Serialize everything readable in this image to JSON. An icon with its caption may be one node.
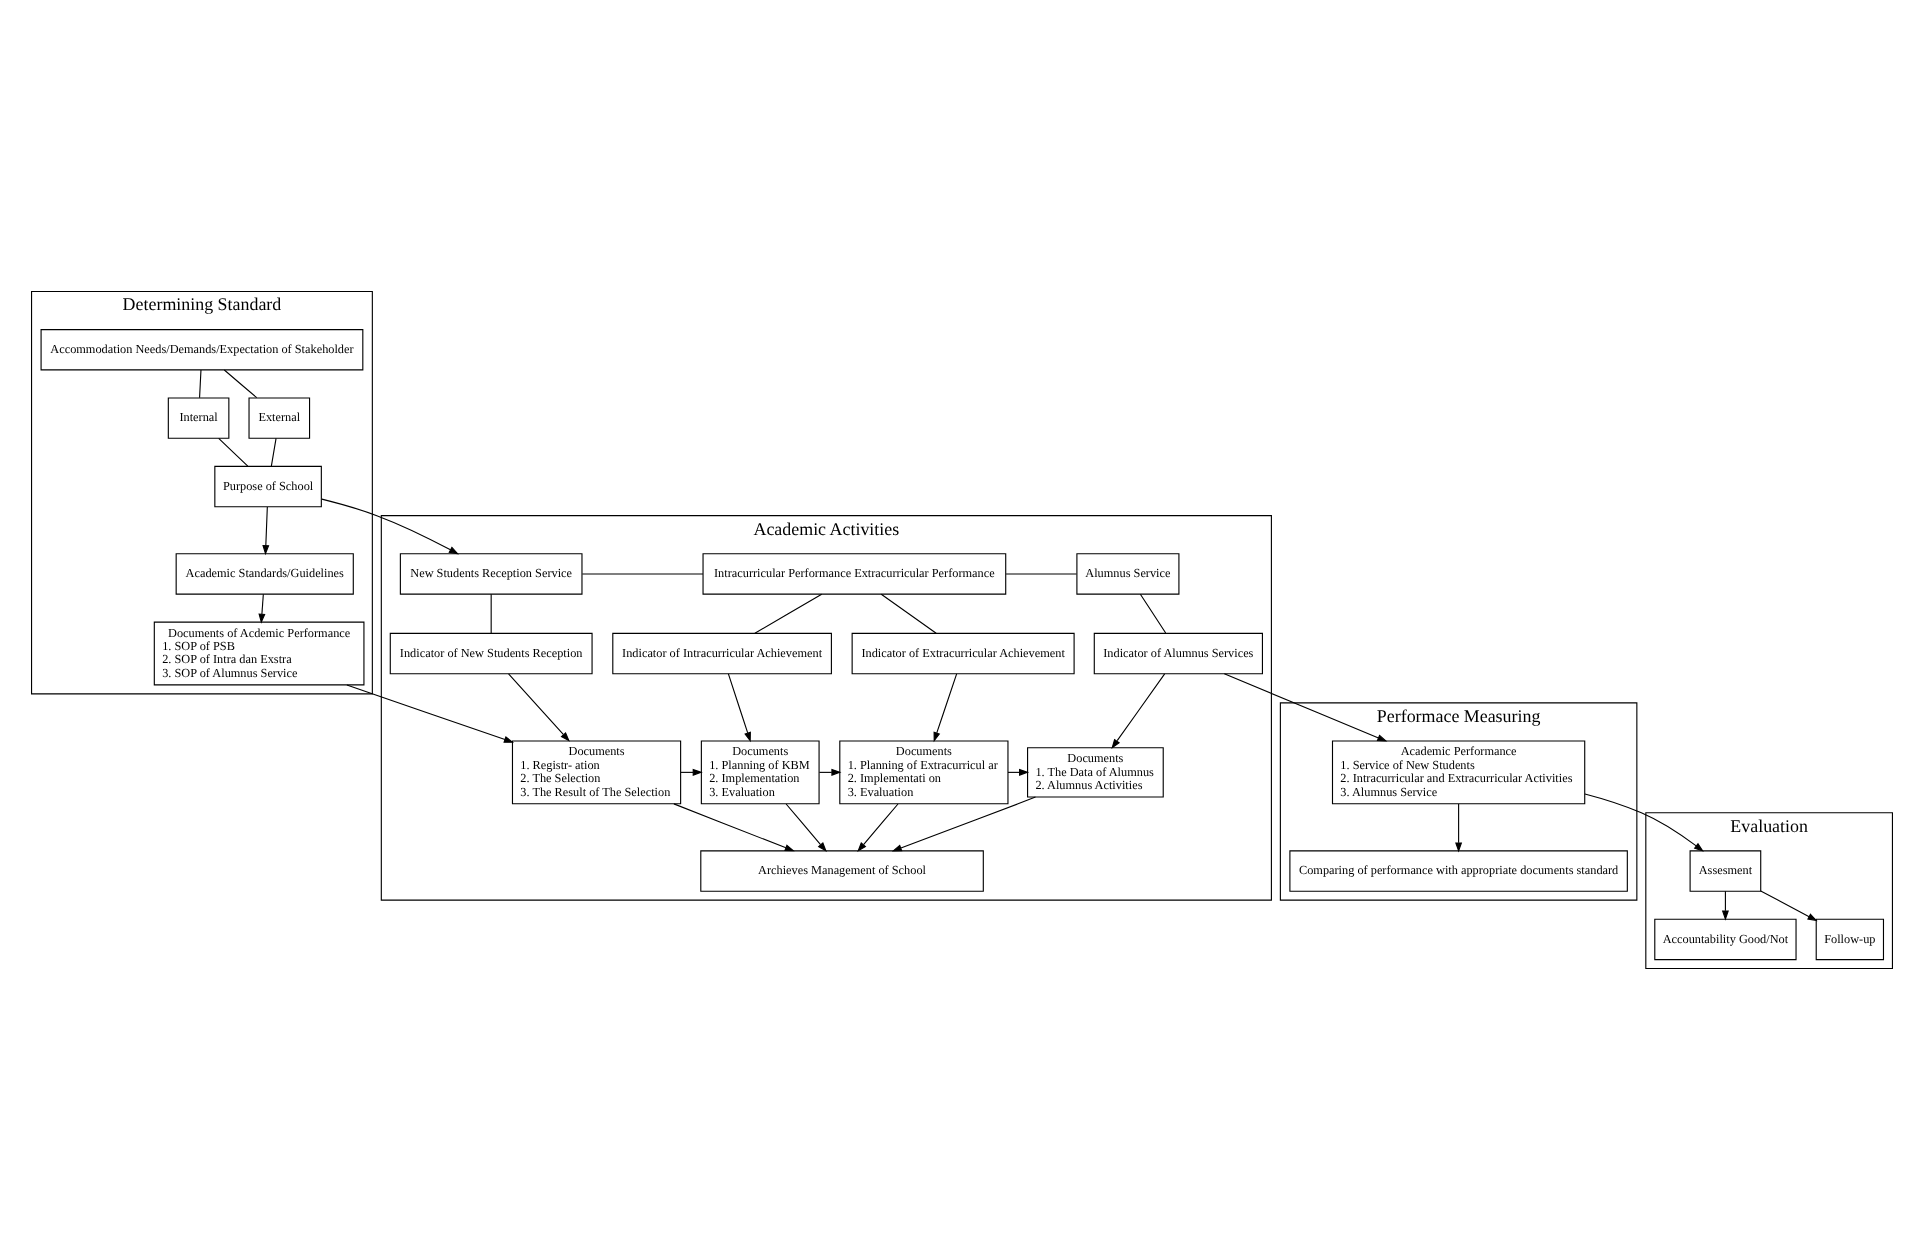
{
  "diagram": {
    "nodes": [
      {
        "text": [
          "Determining Standard"
        ]
      },
      {
        "text": [
          "Accommodation Needs/Demands/Expectation of Stakeholder"
        ],
        "in": 0
      },
      {
        "text": [
          "Internal"
        ],
        "in": 0
      },
      {
        "text": [
          "External"
        ],
        "in": 0
      },
      {
        "text": [
          "Purpose of School"
        ],
        "in": 0
      },
      {
        "text": [
          "Academic Standards/Guidelines"
        ],
        "in": 0
      },
      {
        "text": [
          "Documents of Acdemic Performance",
          "1. SOP of PSB",
          "2. SOP of Intra dan Exstra",
          "3. SOP of Alumnus Service"
        ],
        "in": 0
      },
      {
        "text": [
          "Academic Activities"
        ]
      },
      {
        "text": [
          "New Students Reception Service"
        ],
        "in": 7
      },
      {
        "text": [
          "Intracurricular Performance Extracurricular Performance"
        ],
        "in": 7
      },
      {
        "text": [
          "Alumnus Service"
        ],
        "in": 7
      },
      {
        "text": [
          "Indicator of New Students Reception"
        ],
        "in": 7
      },
      {
        "text": [
          "Indicator of Intracurricular Achievement"
        ],
        "in": 7
      },
      {
        "text": [
          "Indicator of Extracurricular Achievement"
        ],
        "in": 7
      },
      {
        "text": [
          "Indicator of Alumnus Services"
        ],
        "in": 7
      },
      {
        "text": [
          "Documents",
          "1. Registr- ation",
          "2. The Selection",
          "3. The Result of The Selection"
        ],
        "in": 7
      },
      {
        "text": [
          "Documents",
          "1. Planning of KBM",
          "2. Implementation",
          "3. Evaluation"
        ],
        "in": 7
      },
      {
        "text": [
          "Documents",
          "1. Planning of Extracurricul ar",
          "2. Implementati on",
          "3. Evaluation"
        ],
        "in": 7
      },
      {
        "text": [
          "Documents",
          "1. The Data of Alumnus",
          "2. Alumnus Activities"
        ],
        "in": 7
      },
      {
        "text": [
          "Archieves Management of School"
        ],
        "in": 7
      },
      {
        "text": [
          "Performace Measuring"
        ]
      },
      {
        "text": [
          "Academic Performance",
          "1. Service of New Students",
          "2. Intracurricular and Extracurricular Activities",
          "3. Alumnus Service"
        ],
        "in": 20
      },
      {
        "text": [
          "Comparing of performance with appropriate documents standard"
        ],
        "in": 20
      },
      {
        "text": [
          "Evaluation"
        ]
      },
      {
        "text": [
          "Accountability Good/Not"
        ],
        "in": 23
      },
      {
        "text": [
          "Assesment"
        ],
        "in": 23
      },
      {
        "text": [
          "Follow-up"
        ],
        "in": 23
      }
    ],
    "edges": [
      {
        "from": 1,
        "to": 2,
        "arrow": "none"
      },
      {
        "from": 1,
        "to": 3,
        "arrow": "none"
      },
      {
        "from": 2,
        "to": 4,
        "arrow": "none"
      },
      {
        "from": 3,
        "to": 4,
        "arrow": "none"
      },
      {
        "from": 4,
        "to": 8,
        "arrow": "to"
      },
      {
        "from": 4,
        "to": 5,
        "arrow": "to"
      },
      {
        "from": 5,
        "to": 6,
        "arrow": "to"
      },
      {
        "from": 6,
        "to": 15,
        "arrow": "to"
      },
      {
        "from": 8,
        "to": 9,
        "arrow": "none"
      },
      {
        "from": 9,
        "to": 10,
        "arrow": "none"
      },
      {
        "from": 8,
        "to": 11,
        "arrow": "none"
      },
      {
        "from": 9,
        "to": 12,
        "arrow": "none"
      },
      {
        "from": 9,
        "to": 13,
        "arrow": "none"
      },
      {
        "from": 10,
        "to": 14,
        "arrow": "none"
      },
      {
        "from": 11,
        "to": 15,
        "arrow": "to"
      },
      {
        "from": 12,
        "to": 16,
        "arrow": "to"
      },
      {
        "from": 13,
        "to": 17,
        "arrow": "to"
      },
      {
        "from": 14,
        "to": 18,
        "arrow": "to"
      },
      {
        "from": 15,
        "to": 16,
        "arrow": "to"
      },
      {
        "from": 16,
        "to": 17,
        "arrow": "to"
      },
      {
        "from": 17,
        "to": 18,
        "arrow": "to"
      },
      {
        "from": 15,
        "to": 19,
        "arrow": "to"
      },
      {
        "from": 16,
        "to": 19,
        "arrow": "to"
      },
      {
        "from": 17,
        "to": 19,
        "arrow": "to"
      },
      {
        "from": 18,
        "to": 19,
        "arrow": "to"
      },
      {
        "from": 14,
        "to": 21,
        "arrow": "to"
      },
      {
        "from": 21,
        "to": 22,
        "arrow": "to"
      },
      {
        "from": 21,
        "to": 25,
        "arrow": "to"
      },
      {
        "from": 25,
        "to": 24,
        "arrow": "to"
      },
      {
        "from": 25,
        "to": 26,
        "arrow": "to"
      }
    ]
  }
}
